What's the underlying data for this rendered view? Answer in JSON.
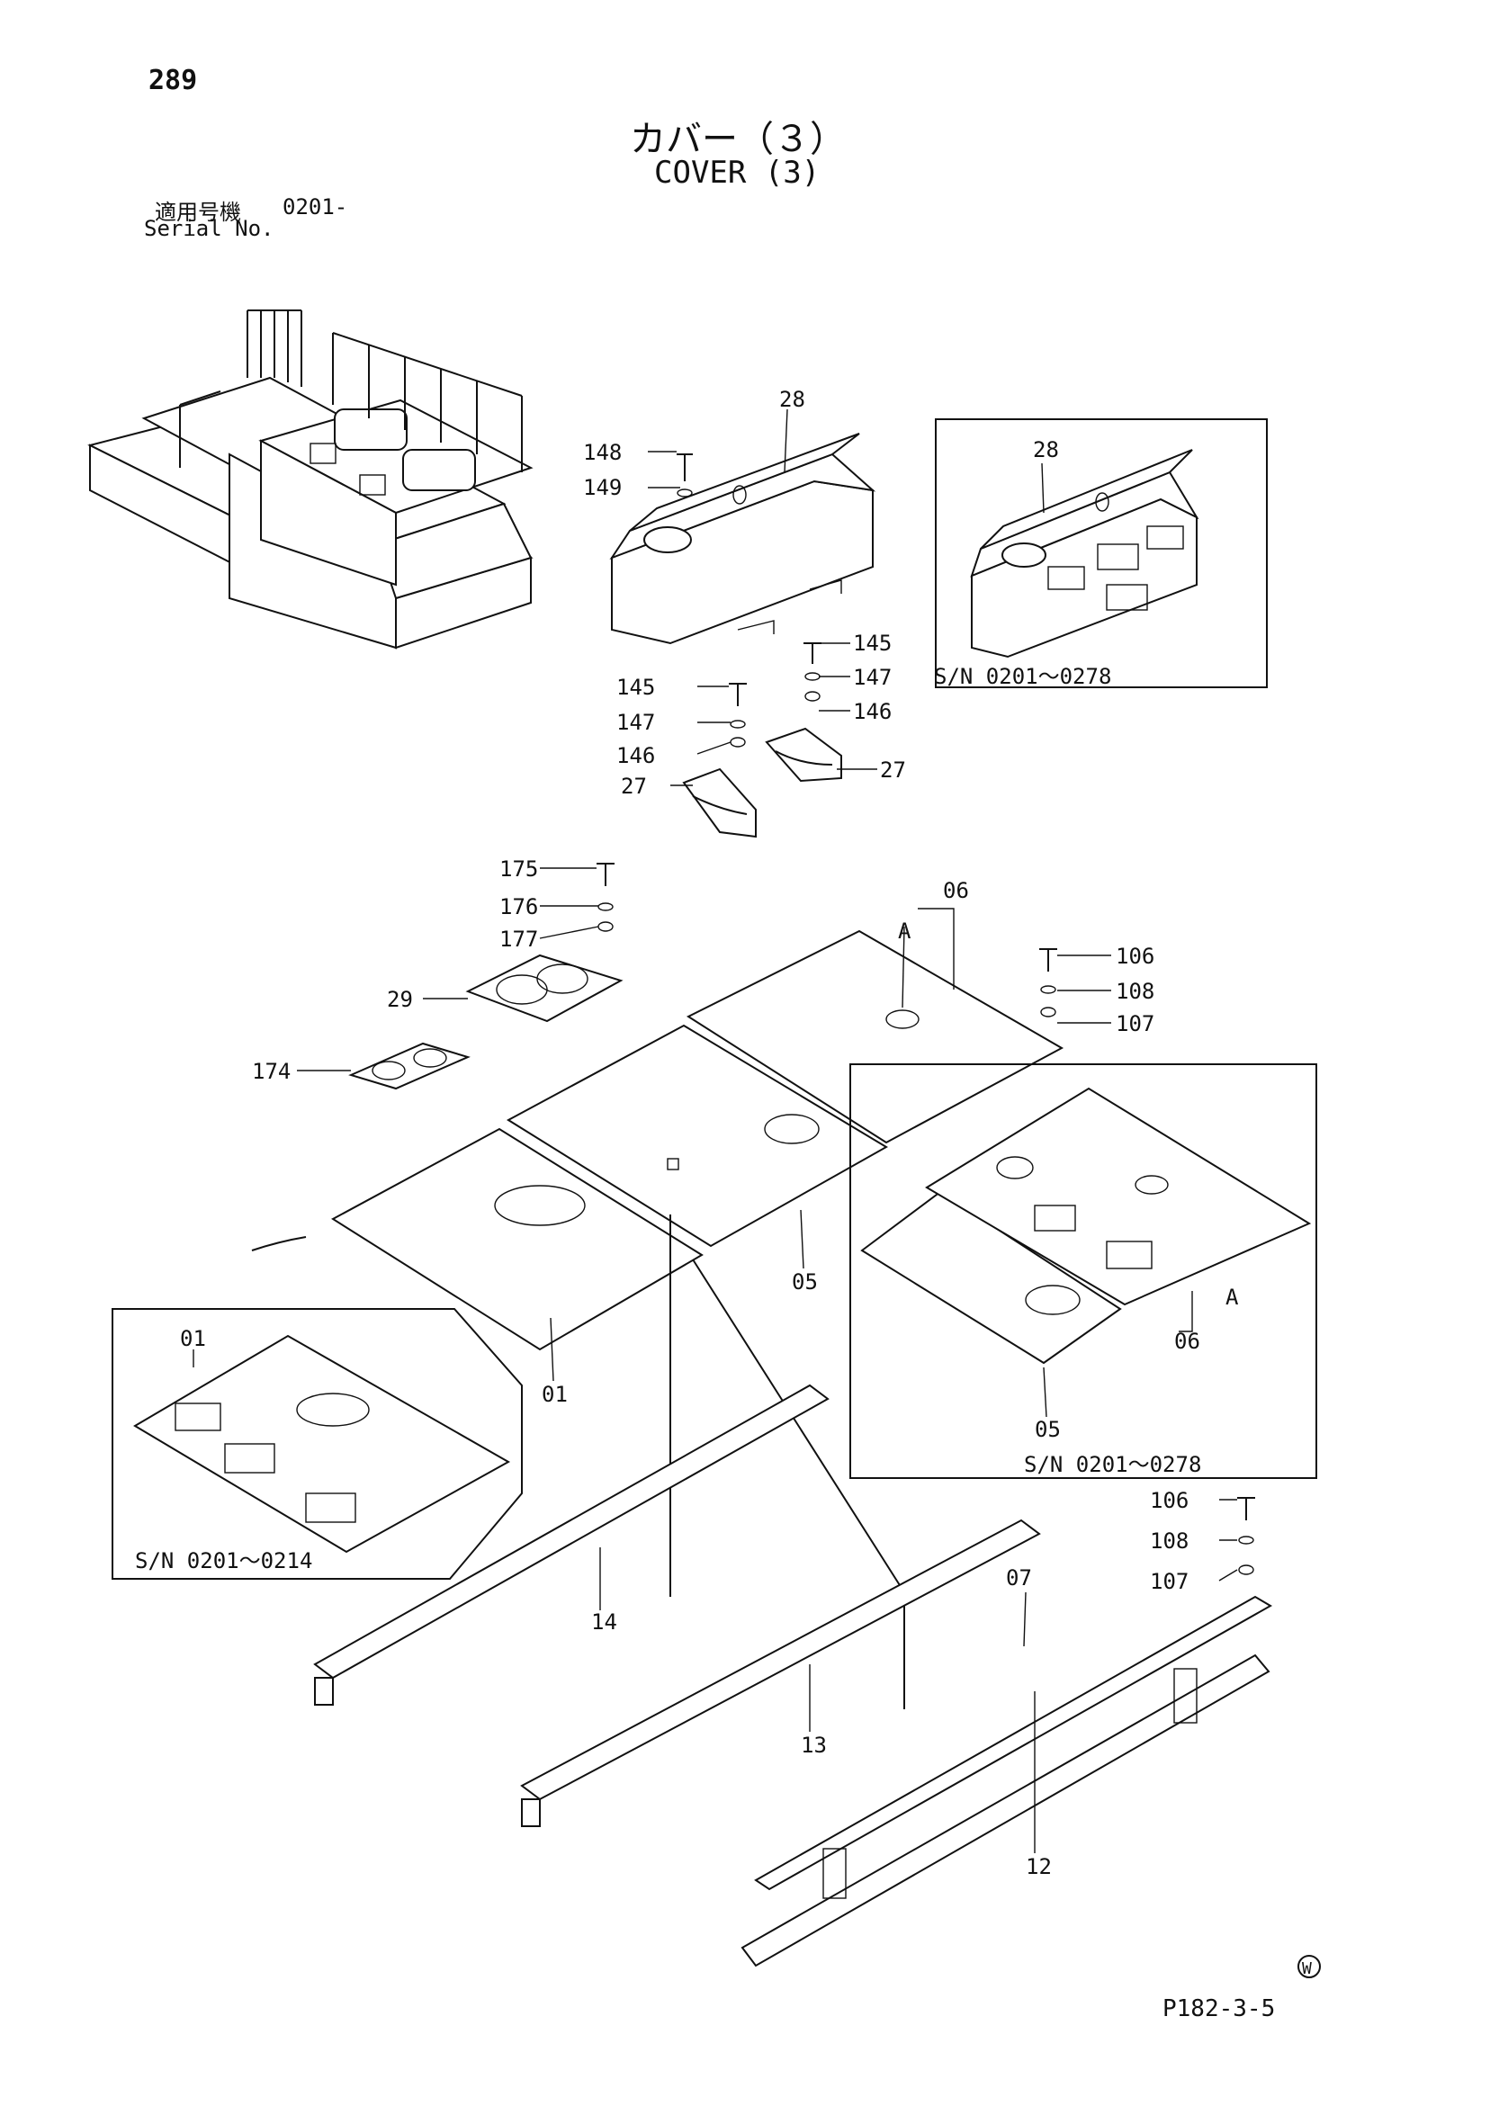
{
  "page": {
    "number": "289",
    "title_ja": "カバー（３）",
    "title_en": "COVER (3)",
    "serial_label_ja": "適用号機",
    "serial_value": "0201-",
    "serial_label_en": "Serial No.",
    "drawing_code": "P182-3-5",
    "watermark_symbol": "W"
  },
  "callouts": {
    "c148": "148",
    "c149": "149",
    "c28": "28",
    "c28b": "28",
    "c145a": "145",
    "c147a": "147",
    "c146a": "146",
    "c145b": "145",
    "c147b": "147",
    "c146b": "146",
    "c27a": "27",
    "c27b": "27",
    "c175": "175",
    "c176": "176",
    "c177": "177",
    "c29": "29",
    "c174": "174",
    "c06": "06",
    "c06b": "06",
    "cA": "A",
    "cAb": "A",
    "c106": "106",
    "c108": "108",
    "c107": "107",
    "c05": "05",
    "c05b": "05",
    "c01": "01",
    "c01b": "01",
    "c106b": "106",
    "c108b": "108",
    "c107b": "107",
    "c14": "14",
    "c13": "13",
    "c07": "07",
    "c12": "12"
  },
  "inset_labels": {
    "top_right": "S/N  0201～0278",
    "mid_right": "S/N  0201～0278",
    "left": "S/N  0201～0214"
  }
}
